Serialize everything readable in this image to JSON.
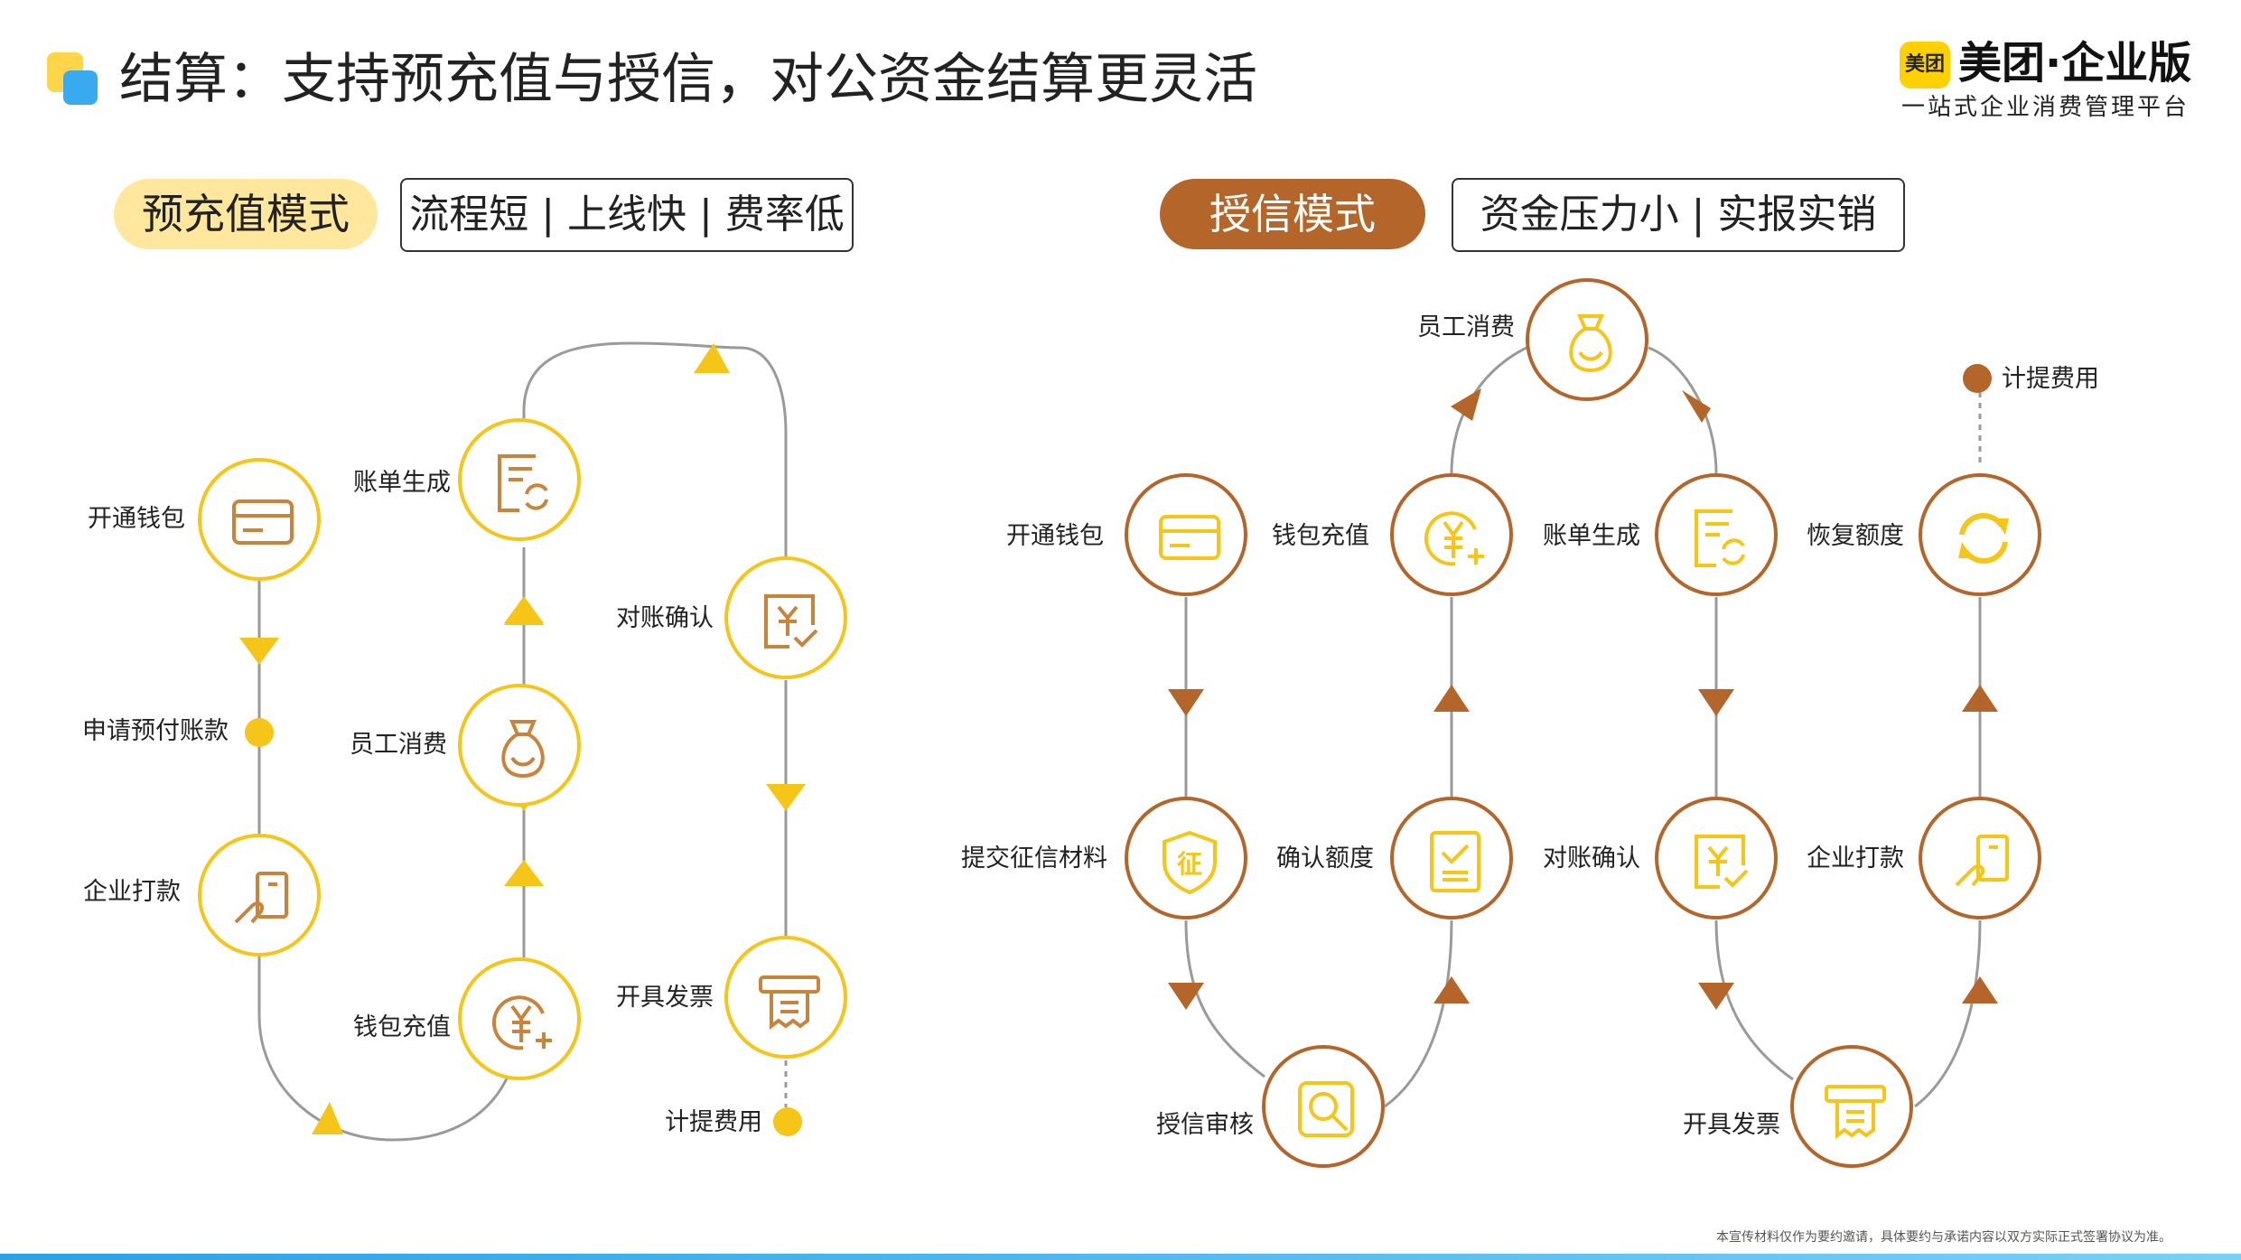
{
  "header": {
    "title": "结算：支持预充值与授信，对公资金结算更灵活",
    "brand_badge": "美团",
    "brand_name": "美团·企业版",
    "brand_tagline": "一站式企业消费管理平台"
  },
  "prepaid": {
    "mode_label": "预充值模式",
    "tags": "流程短 | 上线快 | 费率低",
    "steps": {
      "open_wallet": "开通钱包",
      "apply_prepay": "申请预付账款",
      "company_pay": "企业打款",
      "wallet_topup": "钱包充值",
      "staff_spend": "员工消费",
      "bill_generate": "账单生成",
      "reconcile": "对账确认",
      "issue_invoice": "开具发票",
      "accrue_expense": "计提费用"
    }
  },
  "credit": {
    "mode_label": "授信模式",
    "tags": "资金压力小 | 实报实销",
    "steps": {
      "open_wallet": "开通钱包",
      "submit_credit_docs": "提交征信材料",
      "credit_review": "授信审核",
      "confirm_limit": "确认额度",
      "wallet_topup": "钱包充值",
      "staff_spend": "员工消费",
      "bill_generate": "账单生成",
      "reconcile": "对账确认",
      "issue_invoice": "开具发票",
      "company_pay": "企业打款",
      "restore_limit": "恢复额度",
      "accrue_expense": "计提费用"
    },
    "credit_stamp": "征"
  },
  "footer": {
    "disclaimer": "本宣传材料仅作为要约邀请，具体要约与承诺内容以双方实际正式签署协议为准。"
  },
  "colors": {
    "accent_yellow": "#f5c518",
    "accent_brown": "#b4652a",
    "pill_light": "#ffe79d",
    "brand_yellow": "#ffd100",
    "line_gray": "#9a9a9a"
  }
}
